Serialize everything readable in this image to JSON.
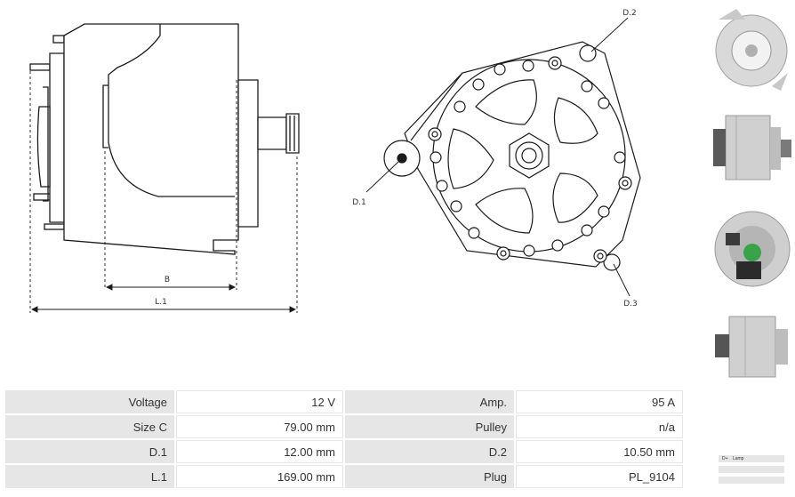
{
  "drawing": {
    "dims": {
      "b": "B",
      "l1": "L.1",
      "d1": "D.1",
      "d2": "D.2",
      "d3": "D.3"
    }
  },
  "thumbnails": [
    {
      "name": "alternator-front-view"
    },
    {
      "name": "alternator-side-view"
    },
    {
      "name": "alternator-rear-view"
    },
    {
      "name": "alternator-side-view-2"
    }
  ],
  "specs": [
    {
      "label1": "Voltage",
      "value1": "12 V",
      "label2": "Amp.",
      "value2": "95 A"
    },
    {
      "label1": "Size C",
      "value1": "79.00 mm",
      "label2": "Pulley",
      "value2": "n/a"
    },
    {
      "label1": "D.1",
      "value1": "12.00 mm",
      "label2": "D.2",
      "value2": "10.50 mm"
    },
    {
      "label1": "L.1",
      "value1": "169.00 mm",
      "label2": "Plug",
      "value2": "PL_9104"
    }
  ],
  "plug": {
    "pin_label": "D+",
    "pin_function": "Lamp"
  },
  "colors": {
    "cell_bg": "#e6e6e6",
    "line": "#1a1a1a",
    "text": "#333333"
  }
}
